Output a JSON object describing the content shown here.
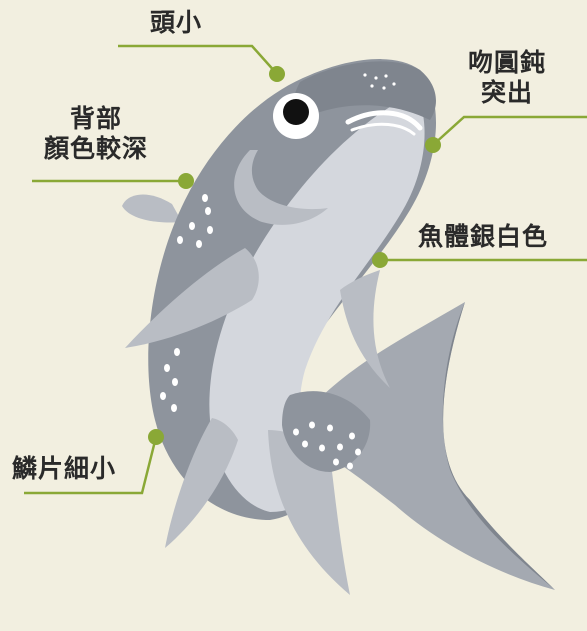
{
  "labels": {
    "small_head": "頭小",
    "blunt_snout_line1": "吻圓鈍",
    "blunt_snout_line2": "突出",
    "dark_back_line1": "背部",
    "dark_back_line2": "顏色較深",
    "silver_white_body": "魚體銀白色",
    "fine_scales": "鱗片細小"
  },
  "colors": {
    "background": "#f2efe0",
    "leader_line": "#8aa836",
    "body_dark": "#8e949d",
    "belly_silver": "#d4d7dd",
    "fin_light": "#b9bdc4",
    "text": "#2a2a2a"
  }
}
